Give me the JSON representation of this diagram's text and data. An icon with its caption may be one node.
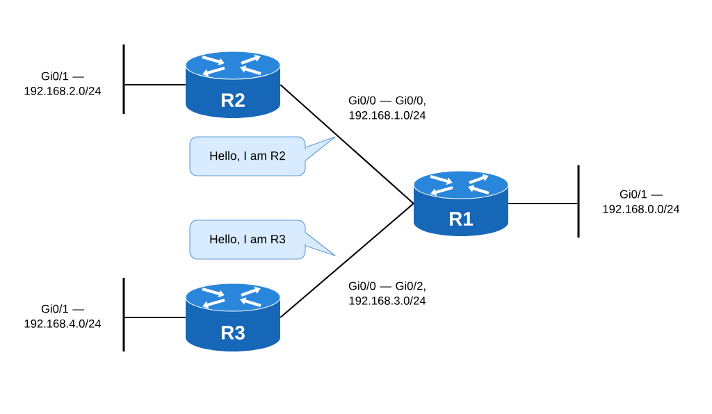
{
  "diagram": {
    "nodes": [
      {
        "text": [
          "R2"
        ]
      },
      {
        "text": [
          "R1"
        ]
      },
      {
        "text": [
          "R3"
        ]
      },
      {
        "text": [],
        "shape": "bar",
        "beside": [
          "Gi0/1 — 192.168.2.0/24"
        ]
      },
      {
        "text": [],
        "shape": "bar",
        "beside": [
          "Gi0/1 — 192.168.0.0/24"
        ]
      },
      {
        "text": [],
        "shape": "bar",
        "beside": [
          "Gi0/1 — 192.168.4.0/24"
        ]
      },
      {
        "text": [
          "Hello, I am R2"
        ]
      },
      {
        "text": [
          "Hello, I am R3"
        ]
      }
    ],
    "edges": [
      {
        "from": 3,
        "to": 0,
        "arrow": "none"
      },
      {
        "from": 0,
        "to": 1,
        "arrow": "none",
        "label": "Gi0/0 — Gi0/0, 192.168.1.0/24"
      },
      {
        "from": 2,
        "to": 1,
        "arrow": "none",
        "label": "Gi0/0 — Gi0/2, 192.168.3.0/24"
      },
      {
        "from": 1,
        "to": 4,
        "arrow": "none"
      },
      {
        "from": 5,
        "to": 2,
        "arrow": "none"
      }
    ]
  }
}
